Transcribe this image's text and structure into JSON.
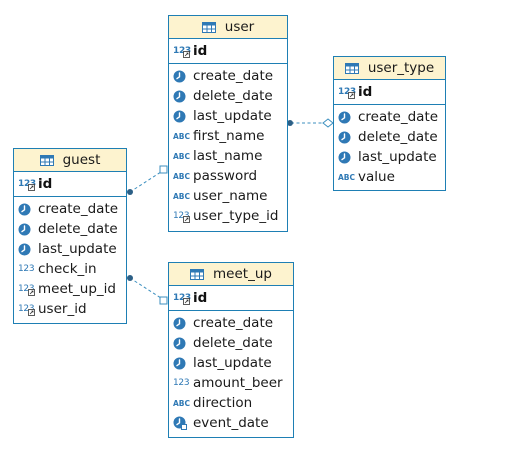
{
  "entities": {
    "user": {
      "name": "user",
      "pk": "id",
      "columns": [
        {
          "name": "create_date",
          "type": "clock-icon"
        },
        {
          "name": "delete_date",
          "type": "clock-icon"
        },
        {
          "name": "last_update",
          "type": "clock-icon"
        },
        {
          "name": "first_name",
          "type": "text-type-icon",
          "label": "ABC"
        },
        {
          "name": "last_name",
          "type": "text-type-icon",
          "label": "ABC"
        },
        {
          "name": "password",
          "type": "text-type-icon",
          "label": "ABC"
        },
        {
          "name": "user_name",
          "type": "text-type-icon",
          "label": "ABC"
        },
        {
          "name": "user_type_id",
          "type": "fk-number-icon",
          "label": "123"
        }
      ]
    },
    "user_type": {
      "name": "user_type",
      "pk": "id",
      "columns": [
        {
          "name": "create_date",
          "type": "clock-icon"
        },
        {
          "name": "delete_date",
          "type": "clock-icon"
        },
        {
          "name": "last_update",
          "type": "clock-icon"
        },
        {
          "name": "value",
          "type": "text-type-icon",
          "label": "ABC"
        }
      ]
    },
    "guest": {
      "name": "guest",
      "pk": "id",
      "columns": [
        {
          "name": "create_date",
          "type": "clock-icon"
        },
        {
          "name": "delete_date",
          "type": "clock-icon"
        },
        {
          "name": "last_update",
          "type": "clock-icon"
        },
        {
          "name": "check_in",
          "type": "number-type-icon",
          "label": "123"
        },
        {
          "name": "meet_up_id",
          "type": "fk-number-icon",
          "label": "123"
        },
        {
          "name": "user_id",
          "type": "fk-number-icon",
          "label": "123"
        }
      ]
    },
    "meet_up": {
      "name": "meet_up",
      "pk": "id",
      "columns": [
        {
          "name": "create_date",
          "type": "clock-icon"
        },
        {
          "name": "delete_date",
          "type": "clock-icon"
        },
        {
          "name": "last_update",
          "type": "clock-icon"
        },
        {
          "name": "amount_beer",
          "type": "number-type-icon",
          "label": "123"
        },
        {
          "name": "direction",
          "type": "text-type-icon",
          "label": "ABC"
        },
        {
          "name": "event_date",
          "type": "datetime-icon"
        }
      ]
    }
  },
  "pk_icon_label": "123",
  "colors": {
    "border": "#1e7fb4",
    "header_bg": "#fdf3cf",
    "icon": "#2f79b5",
    "link": "#3c8fbf"
  },
  "relationships": [
    {
      "from": "user",
      "to": "user_type"
    },
    {
      "from": "guest",
      "to": "user"
    },
    {
      "from": "guest",
      "to": "meet_up"
    }
  ]
}
